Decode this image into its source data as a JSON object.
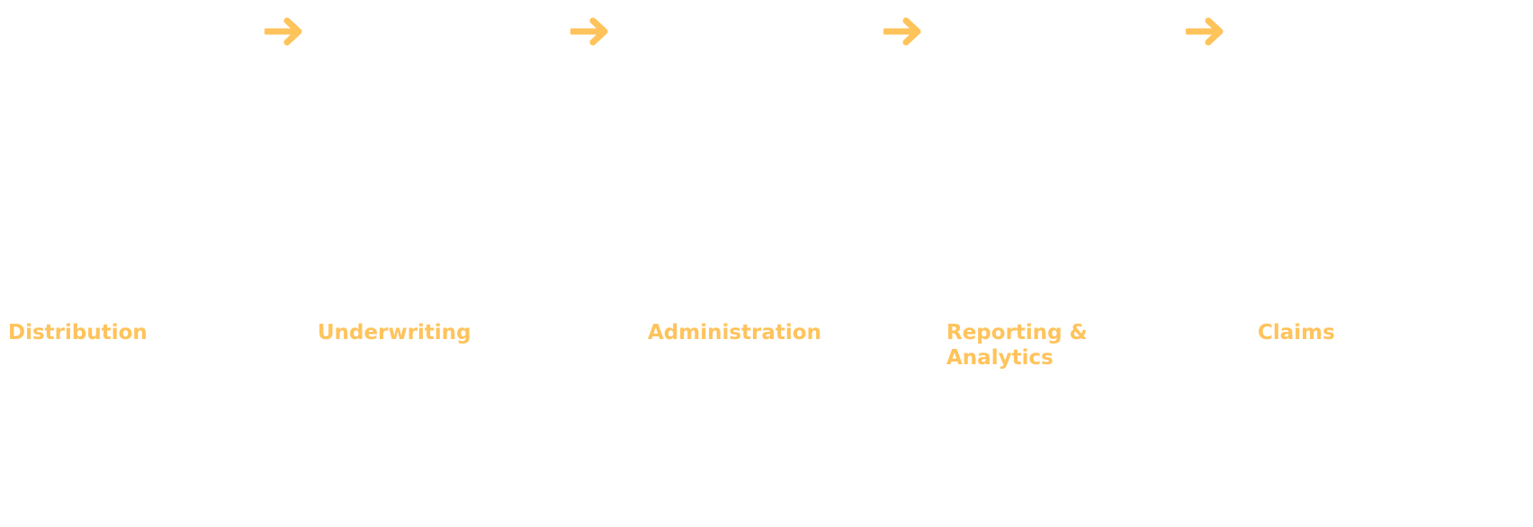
{
  "colors": {
    "accent": "#FFC35C",
    "background": "#FFFFFF"
  },
  "steps": [
    {
      "label": "Distribution"
    },
    {
      "label": "Underwriting"
    },
    {
      "label": "Administration"
    },
    {
      "label": "Reporting &\nAnalytics"
    },
    {
      "label": "Claims"
    }
  ],
  "connectors": [
    {
      "icon": "arrow-right-icon"
    },
    {
      "icon": "arrow-right-icon"
    },
    {
      "icon": "arrow-right-icon"
    },
    {
      "icon": "arrow-right-icon"
    }
  ]
}
